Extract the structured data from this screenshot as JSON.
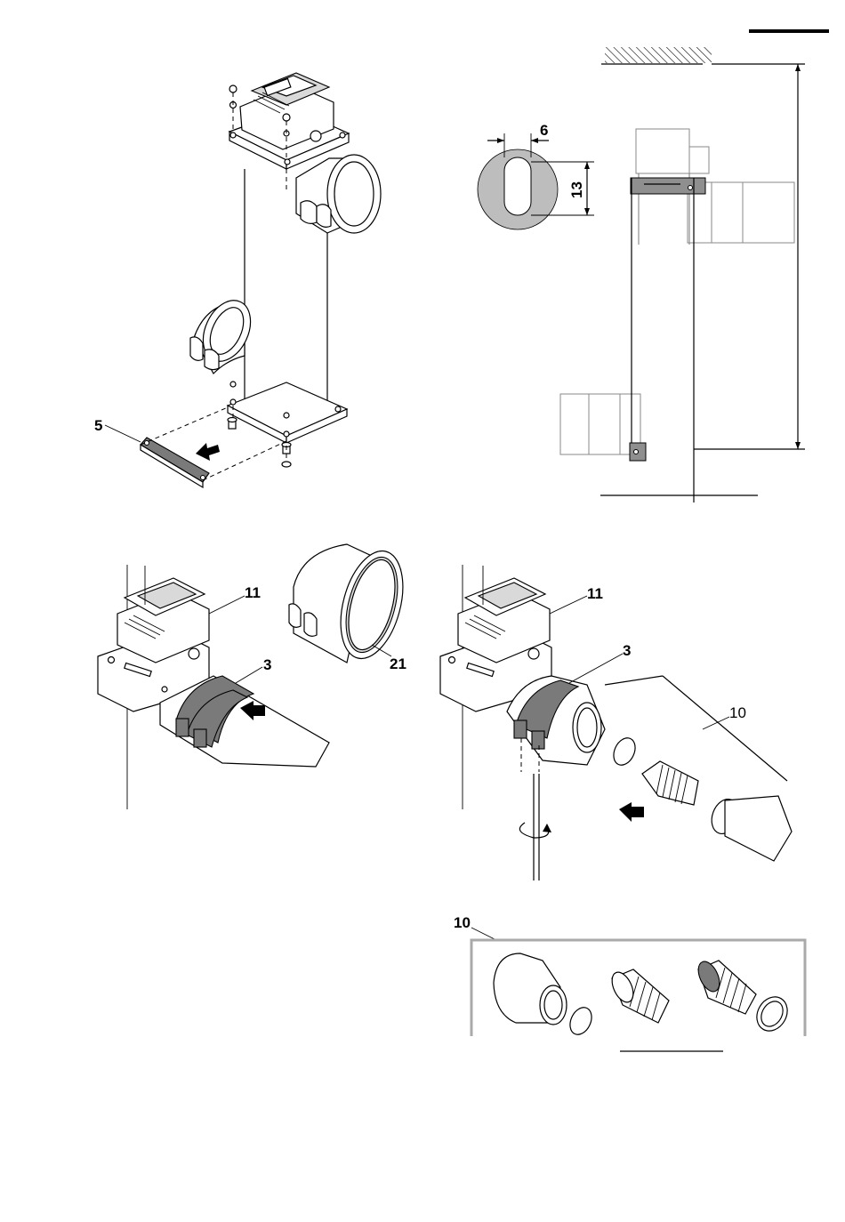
{
  "callouts": {
    "part_5": "5",
    "dim_width": "6",
    "dim_height": "13",
    "part_11_left": "11",
    "part_3_left": "3",
    "part_21": "21",
    "part_11_right": "11",
    "part_3_right": "3",
    "part_10_assembly": "10",
    "part_10_kit": "10"
  }
}
